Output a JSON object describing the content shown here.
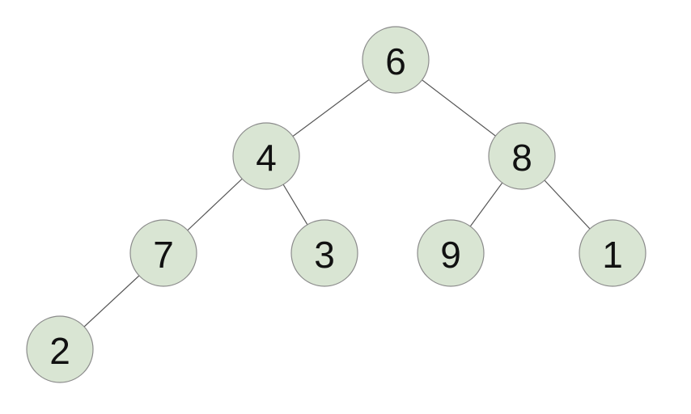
{
  "diagram": {
    "type": "binary-tree",
    "colors": {
      "node_fill": "#d9e5d3",
      "node_stroke": "#8c8c8c",
      "edge": "#555555"
    },
    "nodes": [
      {
        "id": "n6",
        "label": "6",
        "parent": null
      },
      {
        "id": "n4",
        "label": "4",
        "parent": "n6",
        "side": "left"
      },
      {
        "id": "n8",
        "label": "8",
        "parent": "n6",
        "side": "right"
      },
      {
        "id": "n7",
        "label": "7",
        "parent": "n4",
        "side": "left"
      },
      {
        "id": "n3",
        "label": "3",
        "parent": "n4",
        "side": "right"
      },
      {
        "id": "n9",
        "label": "9",
        "parent": "n8",
        "side": "left"
      },
      {
        "id": "n1",
        "label": "1",
        "parent": "n8",
        "side": "right"
      },
      {
        "id": "n2",
        "label": "2",
        "parent": "n7",
        "side": "left"
      }
    ]
  }
}
